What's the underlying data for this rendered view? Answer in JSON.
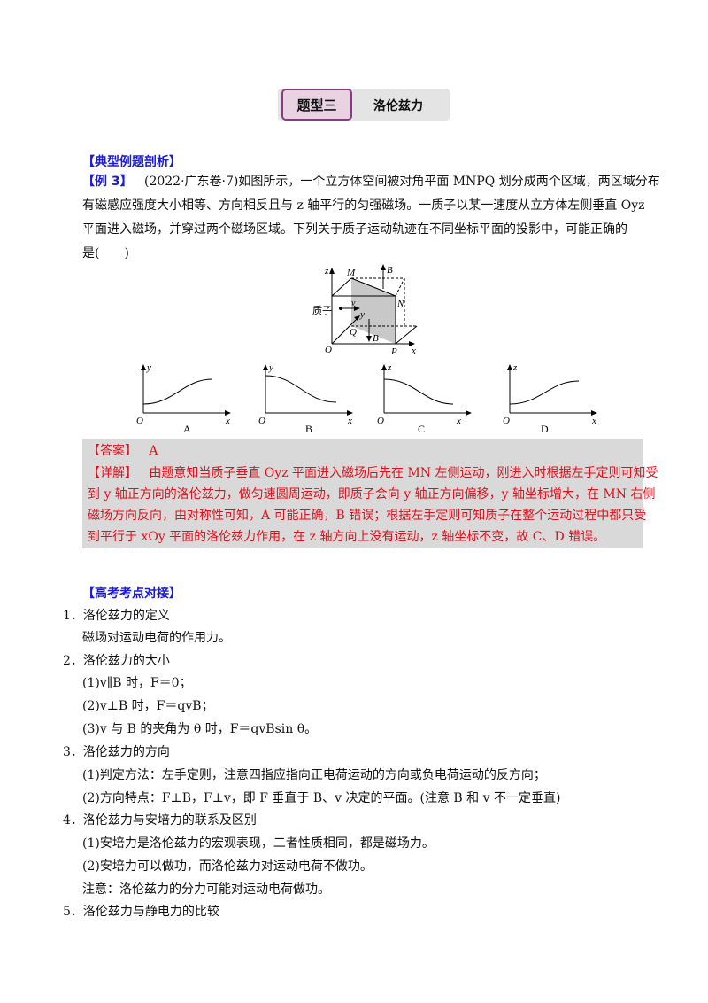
{
  "header": {
    "tag": "题型三",
    "title": "洛伦兹力"
  },
  "section1": {
    "heading": "【典型例题剖析】"
  },
  "example": {
    "label": "【例 3】",
    "lines": [
      "(2022·广东卷·7)如图所示，一个立方体空间被对角平面 MNPQ 划分成两个区域，两区域分布",
      "有磁感应强度大小相等、方向相反且与 z 轴平行的匀强磁场。一质子以某一速度从立方体左侧垂直 Oyz",
      "平面进入磁场，并穿过两个磁场区域。下列关于质子运动轨迹在不同坐标平面的投影中，可能正确的",
      "是(　　)"
    ]
  },
  "figure": {
    "cube_labels": {
      "z": "z",
      "M": "M",
      "B_top": "B",
      "N": "N",
      "proton": "质子",
      "v": "v",
      "y": "y",
      "Q": "Q",
      "B_bottom": "B",
      "O": "O",
      "P": "P",
      "x": "x"
    },
    "graphs": [
      {
        "caption": "A",
        "ylabel": "y",
        "xlabel": "x",
        "origin": "O"
      },
      {
        "caption": "B",
        "ylabel": "y",
        "xlabel": "x",
        "origin": "O"
      },
      {
        "caption": "C",
        "ylabel": "z",
        "xlabel": "x",
        "origin": "O"
      },
      {
        "caption": "D",
        "ylabel": "z",
        "xlabel": "x",
        "origin": "O"
      }
    ]
  },
  "answer": {
    "label": "【答案】",
    "value": "A",
    "detail_label": "【详解】",
    "detail_lines": [
      "由题意知当质子垂直 Oyz 平面进入磁场后先在 MN 左侧运动，刚进入时根据左手定则可知受",
      "到 y 轴正方向的洛伦兹力，做匀速圆周运动，即质子会向 y 轴正方向偏移，y 轴坐标增大，在 MN 右侧",
      "磁场方向反向，由对称性可知，A 可能正确，B 错误；根据左手定则可知质子在整个运动过程中都只受",
      "到平行于 xOy 平面的洛伦兹力作用，在 z 轴方向上没有运动，z 轴坐标不变，故 C、D 错误。"
    ]
  },
  "section2": {
    "heading": "【高考考点对接】"
  },
  "points": [
    {
      "num": "1．",
      "title": "洛伦兹力的定义",
      "items": [
        "磁场对运动电荷的作用力。"
      ]
    },
    {
      "num": "2．",
      "title": "洛伦兹力的大小",
      "items": [
        "(1)v∥B 时，F＝0；",
        "(2)v⊥B 时，F＝qvB；",
        "(3)v 与 B 的夹角为 θ 时，F＝qvBsin θ。"
      ]
    },
    {
      "num": "3．",
      "title": "洛伦兹力的方向",
      "items": [
        "(1)判定方法：左手定则，注意四指应指向正电荷运动的方向或负电荷运动的反方向；",
        "(2)方向特点：F⊥B，F⊥v，即 F 垂直于 B、v 决定的平面。(注意 B 和 v 不一定垂直)"
      ]
    },
    {
      "num": "4．",
      "title": "洛伦兹力与安培力的联系及区别",
      "items": [
        "(1)安培力是洛伦兹力的宏观表现，二者性质相同，都是磁场力。",
        "(2)安培力可以做功，而洛伦兹力对运动电荷不做功。",
        "注意：洛伦兹力的分力可能对运动电荷做功。"
      ]
    },
    {
      "num": "5．",
      "title": "洛伦兹力与静电力的比较",
      "items": []
    }
  ]
}
